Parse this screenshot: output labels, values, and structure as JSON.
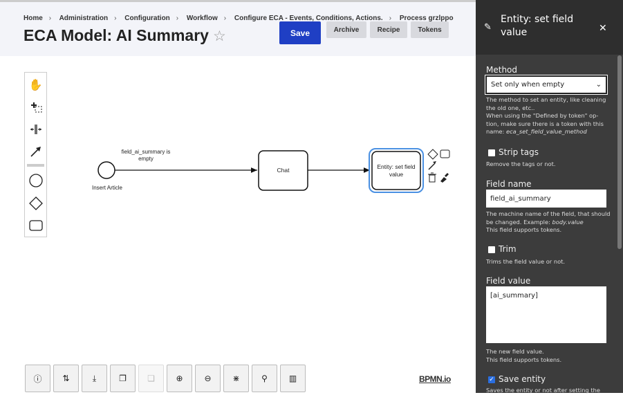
{
  "breadcrumb": [
    "Home",
    "Administration",
    "Configuration",
    "Workflow",
    "Configure ECA - Events, Conditions, Actions.",
    "Process grzlppo"
  ],
  "page_title": "ECA Model: AI Summary",
  "actions": {
    "save": "Save",
    "archive": "Archive",
    "recipe": "Recipe",
    "tokens": "Tokens"
  },
  "palette": [
    "hand-tool-icon",
    "lasso-tool-icon",
    "space-tool-icon",
    "connect-tool-icon",
    "start-event-icon",
    "gateway-icon",
    "task-icon"
  ],
  "diagram": {
    "start_event": "Insert Article",
    "condition": "field_ai_summary is empty",
    "task1": "Chat",
    "task2_line1": "Entity: set field",
    "task2_line2": "value"
  },
  "bottom_toolbar": [
    "info-icon",
    "layout-icon",
    "download-icon",
    "duplicate-icon",
    "paste-icon",
    "zoom-in-icon",
    "zoom-out-icon",
    "fit-icon",
    "search-icon",
    "minimap-icon"
  ],
  "bpmn_logo": "BPMN.io",
  "panel": {
    "title": "Entity: set field value",
    "method_label": "Method",
    "method_value": "Set only when empty",
    "method_desc1": "The method to set an entity, like cleaning the old one, etc..",
    "method_desc2": "When using the \"Defined by token\" op-tion, make sure there is a token with this name: ",
    "method_desc_token": "eca_set_field_value_method",
    "strip_tags": "Strip tags",
    "strip_tags_desc": "Remove the tags or not.",
    "field_name_label": "Field name",
    "field_name_value": "field_ai_summary",
    "field_name_desc": "The machine name of the field, that should be changed. Example: ",
    "field_name_example": "body.value",
    "field_name_tokens": "This field supports tokens.",
    "trim": "Trim",
    "trim_desc": "Trims the field value or not.",
    "field_value_label": "Field value",
    "field_value": "[ai_summary]",
    "field_value_desc1": "The new field value.",
    "field_value_desc2": "This field supports tokens.",
    "save_entity": "Save entity",
    "save_entity_desc": "Saves the entity or not after setting the"
  },
  "colors": {
    "accent": "#1f3fc4",
    "panel": "#3c3c3c",
    "selection": "#4a90e2"
  }
}
